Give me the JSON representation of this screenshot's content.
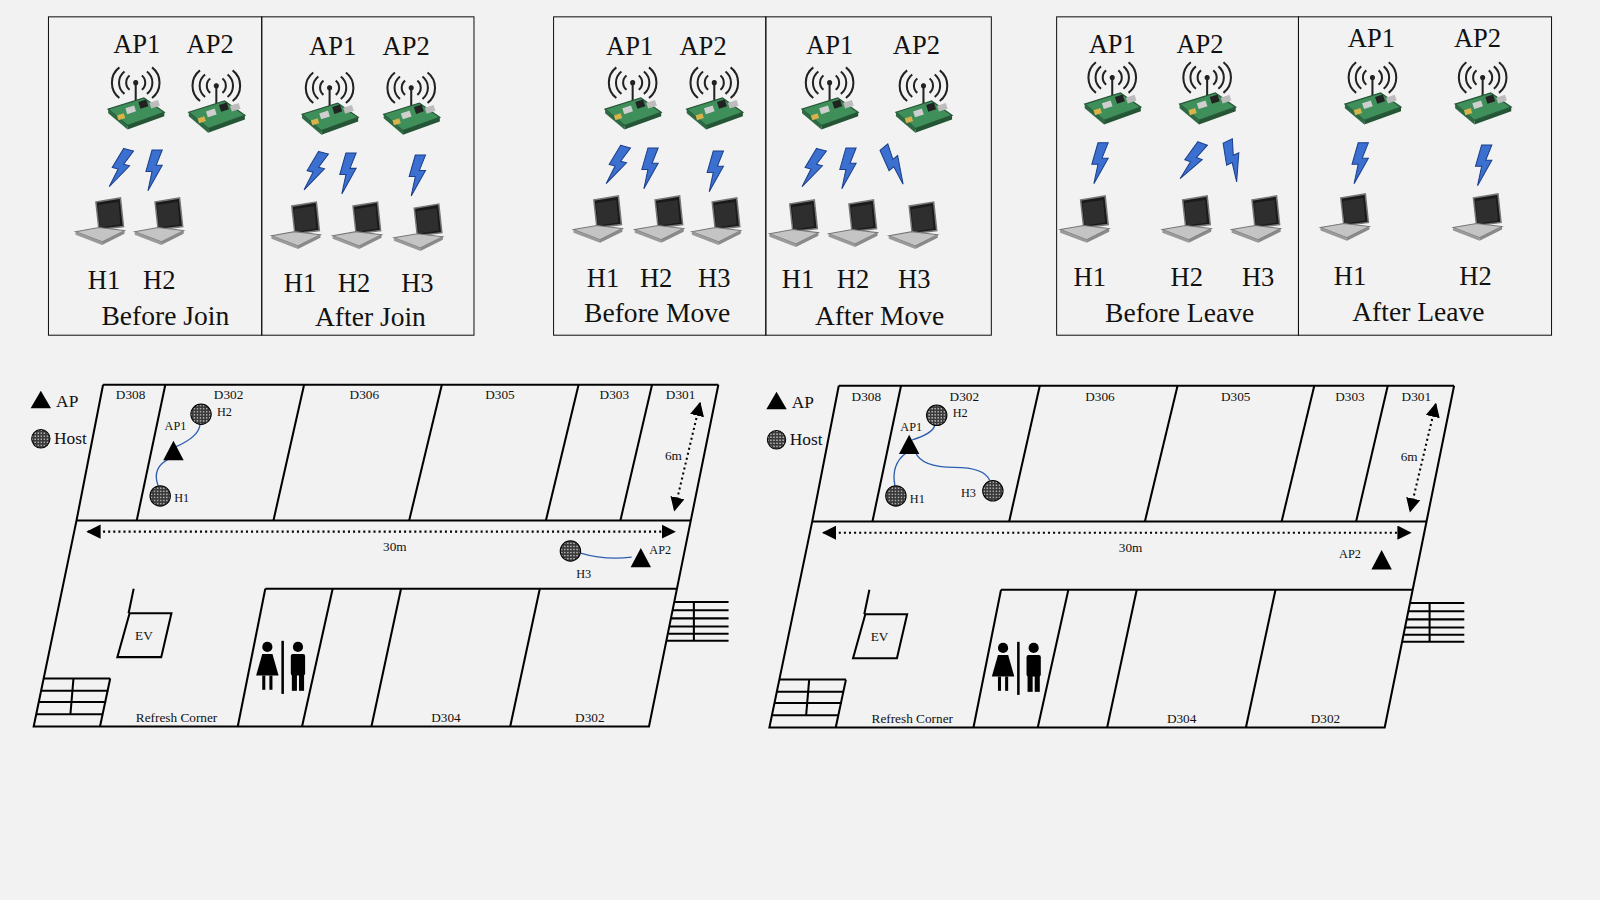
{
  "diagram": {
    "nodes": [
      {
        "text": [
          "AP1",
          "AP2",
          "H1",
          "H2",
          "Before Join"
        ]
      },
      {
        "text": [
          "AP1",
          "AP2",
          "H1",
          "H2",
          "H3",
          "After Join"
        ]
      },
      {
        "text": [
          "AP1",
          "AP2",
          "H1",
          "H2",
          "H3",
          "Before Move"
        ]
      },
      {
        "text": [
          "AP1",
          "AP2",
          "H1",
          "H2",
          "H3",
          "After Move"
        ]
      },
      {
        "text": [
          "AP1",
          "AP2",
          "H1",
          "H2",
          "H3",
          "Before Leave"
        ]
      },
      {
        "text": [
          "AP1",
          "AP2",
          "H1",
          "H2",
          "After Leave"
        ]
      }
    ],
    "labels": [
      "D308",
      "D302",
      "D306",
      "D305",
      "D303",
      "D301",
      "AP1",
      "H2",
      "H1",
      "6m",
      "30m",
      "H3",
      "AP2",
      "EV",
      "Refresh Corner",
      "D304",
      "D302",
      "D308",
      "D302",
      "D306",
      "D305",
      "D303",
      "D301",
      "AP1",
      "H2",
      "H1",
      "H3",
      "6m",
      "30m",
      "AP2",
      "EV",
      "Refresh Corner",
      "D304",
      "D302"
    ],
    "legend": [
      {
        "text": "AP"
      },
      {
        "text": "Host"
      },
      {
        "text": "AP"
      },
      {
        "text": "Host"
      }
    ]
  }
}
